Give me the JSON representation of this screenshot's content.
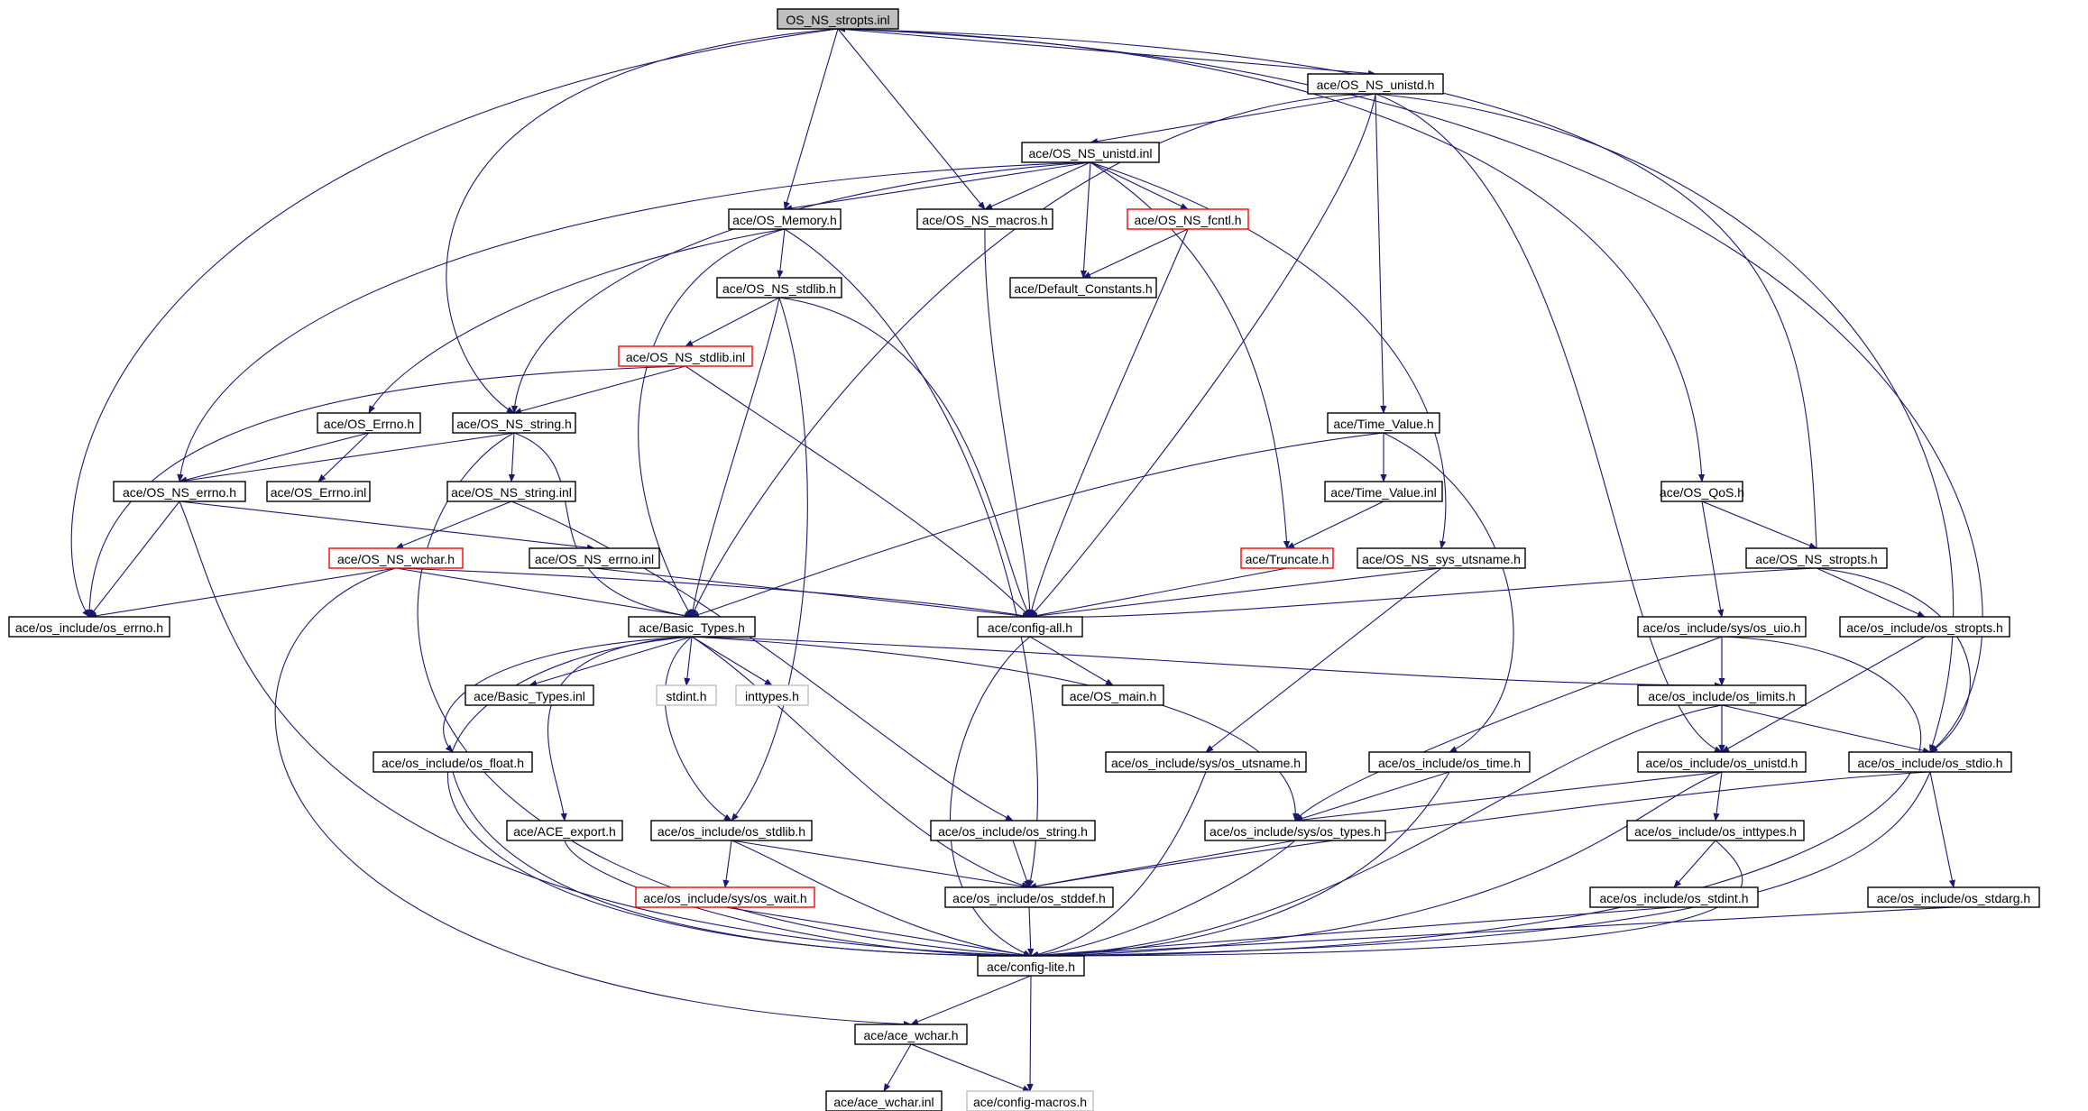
{
  "nodes": {
    "root": "OS_NS_stropts.inl",
    "os_ns_unistd_h": "ace/OS_NS_unistd.h",
    "os_ns_unistd_inl": "ace/OS_NS_unistd.inl",
    "os_memory_h": "ace/OS_Memory.h",
    "os_ns_macros_h": "ace/OS_NS_macros.h",
    "os_ns_fcntl_h": "ace/OS_NS_fcntl.h",
    "default_constants_h": "ace/Default_Constants.h",
    "os_ns_stdlib_h": "ace/OS_NS_stdlib.h",
    "os_ns_stdlib_inl": "ace/OS_NS_stdlib.inl",
    "os_errno_h": "ace/OS_Errno.h",
    "os_ns_string_h": "ace/OS_NS_string.h",
    "time_value_h": "ace/Time_Value.h",
    "os_errno_inl": "ace/OS_Errno.inl",
    "os_ns_errno_h": "ace/OS_NS_errno.h",
    "os_ns_string_inl": "ace/OS_NS_string.inl",
    "time_value_inl": "ace/Time_Value.inl",
    "os_qos_h": "ace/OS_QoS.h",
    "os_ns_wchar_h": "ace/OS_NS_wchar.h",
    "os_ns_errno_inl": "ace/OS_NS_errno.inl",
    "truncate_h": "ace/Truncate.h",
    "os_ns_sys_utsname_h": "ace/OS_NS_sys_utsname.h",
    "os_ns_stropts_h": "ace/OS_NS_stropts.h",
    "os_include_os_errno_h": "ace/os_include/os_errno.h",
    "basic_types_h": "ace/Basic_Types.h",
    "config_all_h": "ace/config-all.h",
    "os_include_sys_os_uio_h": "ace/os_include/sys/os_uio.h",
    "os_include_os_stropts_h": "ace/os_include/os_stropts.h",
    "basic_types_inl": "ace/Basic_Types.inl",
    "stdint_h": "stdint.h",
    "inttypes_h": "inttypes.h",
    "os_main_h": "ace/OS_main.h",
    "os_include_os_limits_h": "ace/os_include/os_limits.h",
    "os_include_os_float_h": "ace/os_include/os_float.h",
    "os_include_sys_os_utsname_h": "ace/os_include/sys/os_utsname.h",
    "os_include_os_time_h": "ace/os_include/os_time.h",
    "os_include_os_unistd_h": "ace/os_include/os_unistd.h",
    "os_include_os_stdio_h": "ace/os_include/os_stdio.h",
    "ace_export_h": "ace/ACE_export.h",
    "os_include_os_stdlib_h": "ace/os_include/os_stdlib.h",
    "os_include_os_string_h": "ace/os_include/os_string.h",
    "os_include_sys_os_types_h": "ace/os_include/sys/os_types.h",
    "os_include_os_inttypes_h": "ace/os_include/os_inttypes.h",
    "os_include_sys_os_wait_h": "ace/os_include/sys/os_wait.h",
    "os_include_os_stddef_h": "ace/os_include/os_stddef.h",
    "os_include_os_stdint_h": "ace/os_include/os_stdint.h",
    "os_include_os_stdarg_h": "ace/os_include/os_stdarg.h",
    "config_lite_h": "ace/config-lite.h",
    "ace_wchar_h": "ace/ace_wchar.h",
    "ace_wchar_inl": "ace/ace_wchar.inl",
    "config_macros_h": "ace/config-macros.h"
  },
  "colors": {
    "edge": "#191970",
    "node_border": "#000000",
    "red_border": "#ff0000",
    "gray_border": "#bfbfbf",
    "root_fill": "#bfbfbf"
  }
}
